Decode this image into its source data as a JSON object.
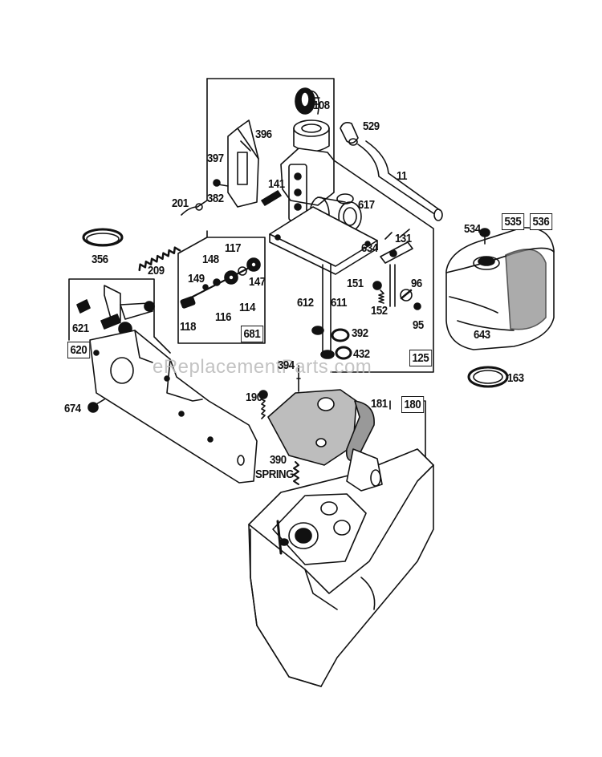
{
  "watermark": "eReplacementParts.com",
  "labels": {
    "p108": "108",
    "p529": "529",
    "p396": "396",
    "p397": "397",
    "p11": "11",
    "p382": "382",
    "p141": "141",
    "p201": "201",
    "p617": "617",
    "p534": "534",
    "p535": "535",
    "p536": "536",
    "p356": "356",
    "p209": "209",
    "p117": "117",
    "p148": "148",
    "p149": "149",
    "p147": "147",
    "p116": "116",
    "p114": "114",
    "p118": "118",
    "p681": "681",
    "p634": "634",
    "p131": "131",
    "p151": "151",
    "p152": "152",
    "p96": "96",
    "p95": "95",
    "p612": "612",
    "p611": "611",
    "p392": "392",
    "p432": "432",
    "p125": "125",
    "p643": "643",
    "p163": "163",
    "p621": "621",
    "p620": "620",
    "p394": "394",
    "p190": "190",
    "p181": "181",
    "p180": "180",
    "p674": "674",
    "p390": "390",
    "spring": "SPRING"
  }
}
